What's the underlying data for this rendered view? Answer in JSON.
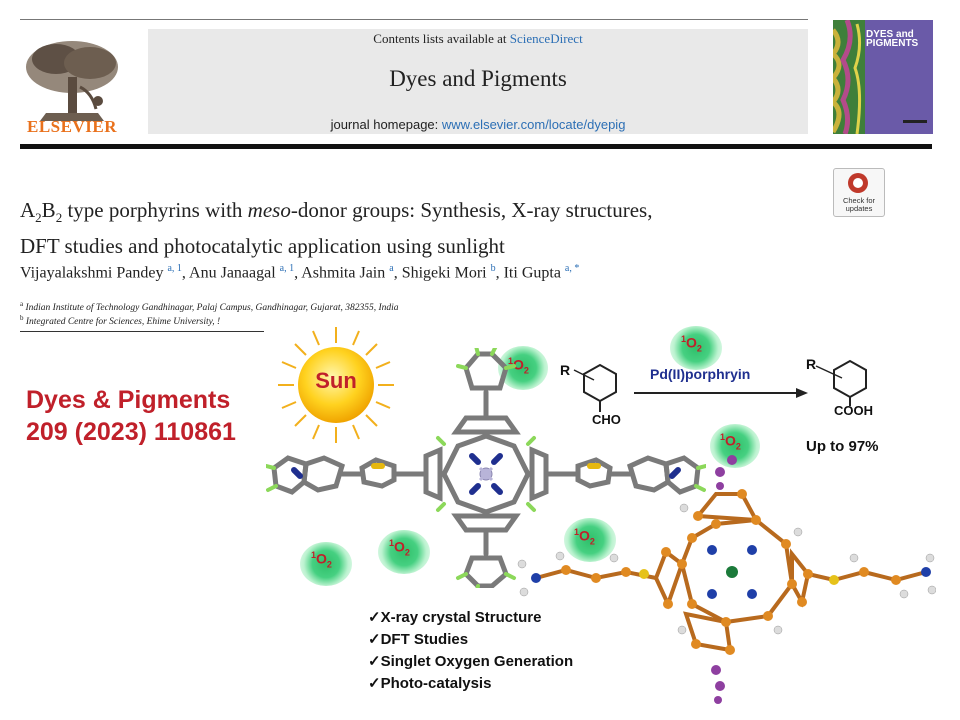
{
  "header": {
    "contents_prefix": "Contents lists available at ",
    "sciencedirect": "ScienceDirect",
    "journal_name": "Dyes and Pigments",
    "homepage_prefix": "journal homepage: ",
    "homepage_url": "www.elsevier.com/locate/dyepig",
    "publisher": "ELSEVIER",
    "cover_title": "DYES and PIGMENTS"
  },
  "badge": {
    "text": "Check for updates"
  },
  "article": {
    "title_part1": "A",
    "title_sub1": "2",
    "title_part2": "B",
    "title_sub2": "2",
    "title_part3": " type porphyrins with ",
    "title_italic": "meso",
    "title_part4": "-donor groups: Synthesis, X-ray structures,",
    "title_line2": "DFT studies and photocatalytic application using sunlight",
    "authors": [
      {
        "name": "Vijayalakshmi Pandey",
        "sup": "a, 1"
      },
      {
        "name": "Anu Janaagal",
        "sup": "a, 1"
      },
      {
        "name": "Ashmita Jain",
        "sup": "a"
      },
      {
        "name": "Shigeki Mori",
        "sup": "b"
      },
      {
        "name": "Iti Gupta",
        "sup": "a, *"
      }
    ],
    "affiliation_a_sup": "a",
    "affiliation_a": "Indian Institute of Technology Gandhinagar, Palaj Campus, Gandhinagar, Gujarat, 382355, India",
    "affiliation_b_sup": "b",
    "affiliation_b": "Integrated Centre for Sciences, Ehime University, !"
  },
  "citation": {
    "line1": "Dyes & Pigments",
    "line2": "209 (2023) 110861"
  },
  "graphic": {
    "sun_label": "Sun",
    "singlet_sup": "1",
    "singlet_main": "O",
    "singlet_sub": "2",
    "reaction_catalyst": "Pd(II)porphryin",
    "reactant_r": "R",
    "reactant_group": "CHO",
    "product_r": "R",
    "product_group": "COOH",
    "yield": "Up to 97%",
    "checklist": [
      "✓X-ray crystal Structure",
      "✓DFT  Studies",
      "✓Singlet Oxygen Generation",
      "✓Photo-catalysis"
    ]
  }
}
